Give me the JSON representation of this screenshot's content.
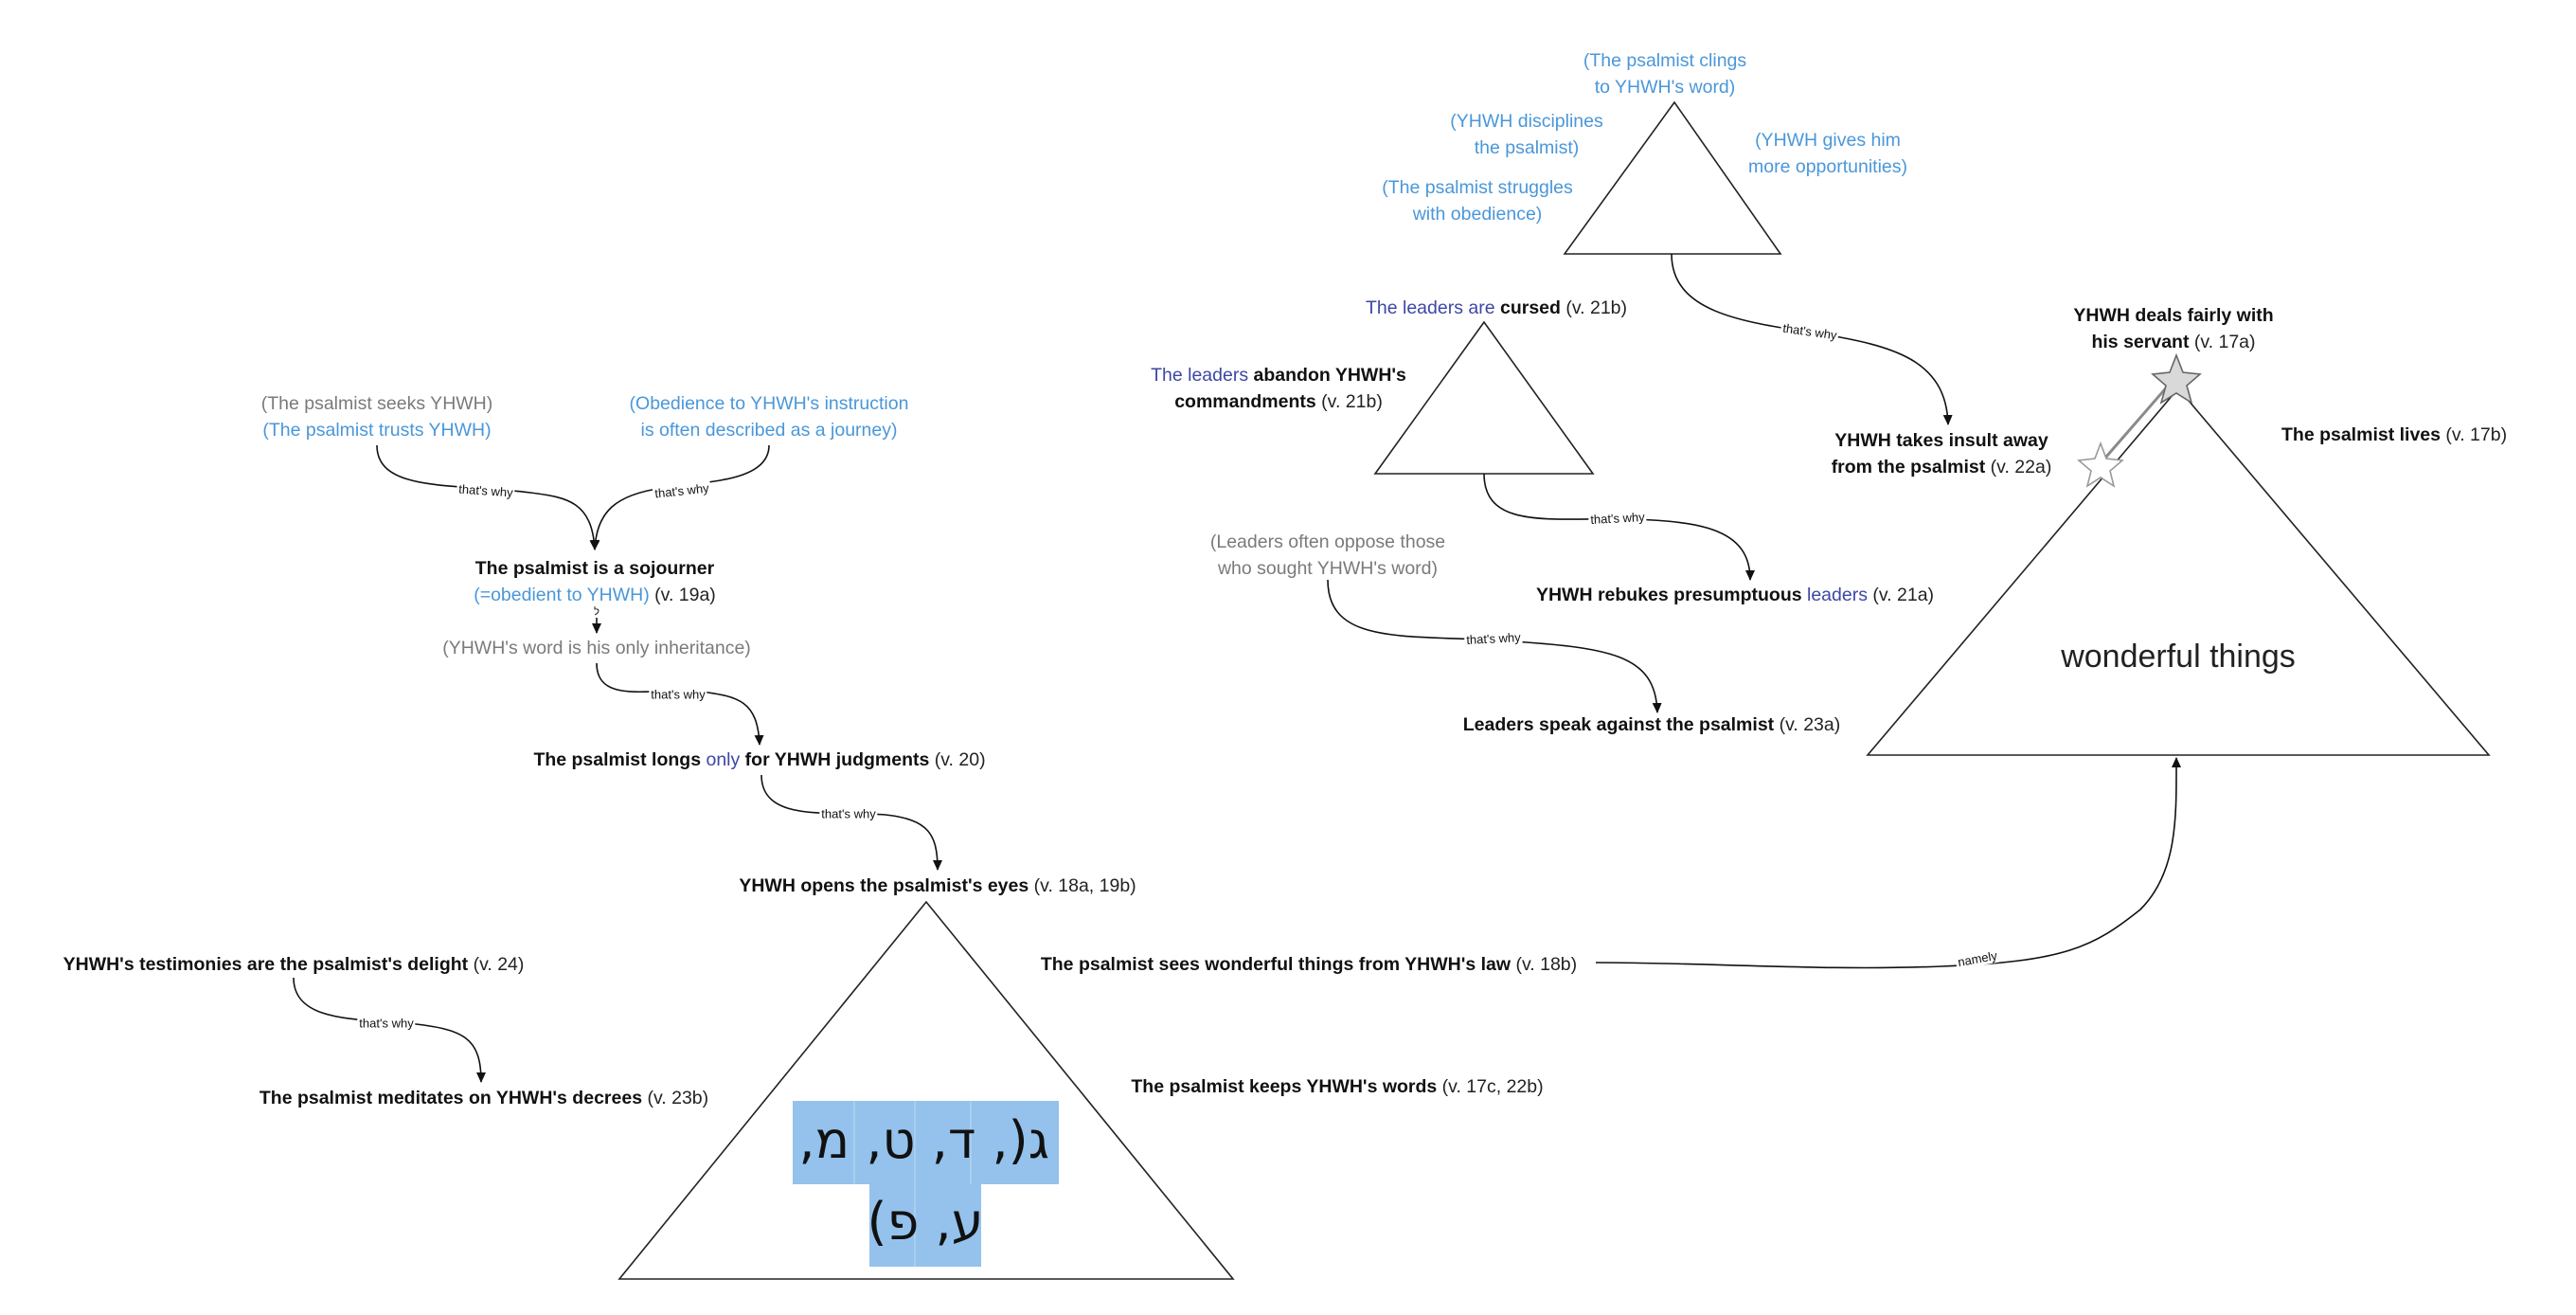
{
  "nodes": {
    "clings": [
      "(The psalmist clings",
      "to YHWH's word)"
    ],
    "disciplines": [
      "(YHWH disciplines",
      "the psalmist)"
    ],
    "gives": [
      "(YHWH gives him",
      "more opportunities)"
    ],
    "struggles": [
      "(The psalmist struggles",
      "with obedience)"
    ],
    "cursed": {
      "pre": "The leaders are ",
      "bold": "cursed",
      "ref": " (v. 21b)"
    },
    "abandon": {
      "pre": "The leaders ",
      "bold": "abandon YHWH's",
      "line2": "commandments",
      "ref": " (v. 21b)"
    },
    "deals": {
      "line1": "YHWH deals fairly with",
      "line2": "his servant",
      "ref": " (v. 17a)"
    },
    "lives": {
      "bold": "The psalmist lives",
      "ref": " (v. 17b)"
    },
    "insult": {
      "line1": "YHWH takes insult away",
      "line2": "from the psalmist",
      "ref": " (v. 22a)"
    },
    "seeks": "(The psalmist seeks YHWH)",
    "trusts": "(The psalmist trusts YHWH)",
    "obedience_journey": [
      "(Obedience to YHWH's instruction",
      "is often described as a journey)"
    ],
    "leaders_oppose": [
      "(Leaders often oppose those",
      "who sought YHWH's word)"
    ],
    "rebukes": {
      "bold": "YHWH rebukes presumptuous ",
      "blue": "leaders",
      "ref": " (v. 21a)"
    },
    "sojourner": {
      "bold": "The psalmist is a sojourner",
      "blue": "(=obedient to YHWH)",
      "ref": " (v. 19a)"
    },
    "inheritance": "(YHWH's word is his only inheritance)",
    "speak_against": {
      "bold": "Leaders speak against the psalmist",
      "ref": " (v. 23a)"
    },
    "wonderful": "wonderful things",
    "longs": {
      "bold1": "The psalmist longs ",
      "blue": "only",
      "bold2": " for YHWH judgments",
      "ref": " (v. 20)"
    },
    "opens": {
      "bold": "YHWH opens the psalmist's eyes",
      "ref": " (v. 18a, 19b)"
    },
    "testimonies": {
      "bold": "YHWH's testimonies are the psalmist's delight",
      "ref": " (v. 24)"
    },
    "sees": {
      "bold": "The psalmist sees wonderful things from YHWH's law",
      "ref": " (v. 18b)"
    },
    "meditates": {
      "bold": "The psalmist meditates on YHWH's decrees",
      "ref": " (v. 23b)"
    },
    "keeps": {
      "bold": "The psalmist keeps YHWH's words",
      "ref": " (v. 17c, 22b)"
    },
    "hebrew_line1": "ג(, ד, ט, מ,",
    "hebrew_line2": "ע, פ)"
  },
  "connectors": {
    "thats_why": "that's why",
    "namely": "namely",
    "small_mark": "ל"
  },
  "colors": {
    "light_blue": "#4a97d9",
    "dark_blue": "#3c47a6",
    "gray": "#7a7a7a",
    "highlight": "#94c2ec",
    "star_fill": "#d9d9d9",
    "line": "#222222"
  }
}
